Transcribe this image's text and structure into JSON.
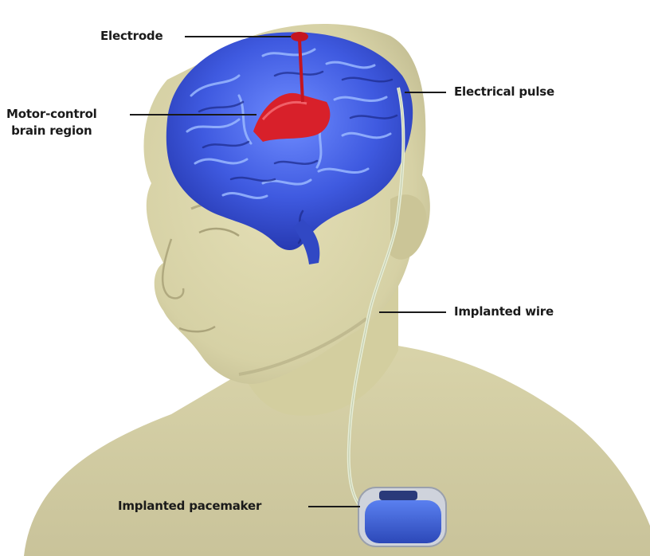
{
  "labels": {
    "electrode": "Electrode",
    "electrical_pulse": "Electrical pulse",
    "motor_control": "Motor-control\nbrain region",
    "implanted_wire": "Implanted wire",
    "implanted_pacemaker": "Implanted pacemaker"
  },
  "colors": {
    "background": "#ffffff",
    "skin": "#d8d3a8",
    "skin_shadow": "#b9b38a",
    "brain": "#3b55d8",
    "brain_highlight": "#7aa6ff",
    "motor_region": "#d8202a",
    "electrode": "#c4151f",
    "wire": "#dfe8cf",
    "pacemaker_body": "#3e63d6",
    "pacemaker_frame": "#cfd3dc",
    "leader_line": "#1a1a1a"
  }
}
